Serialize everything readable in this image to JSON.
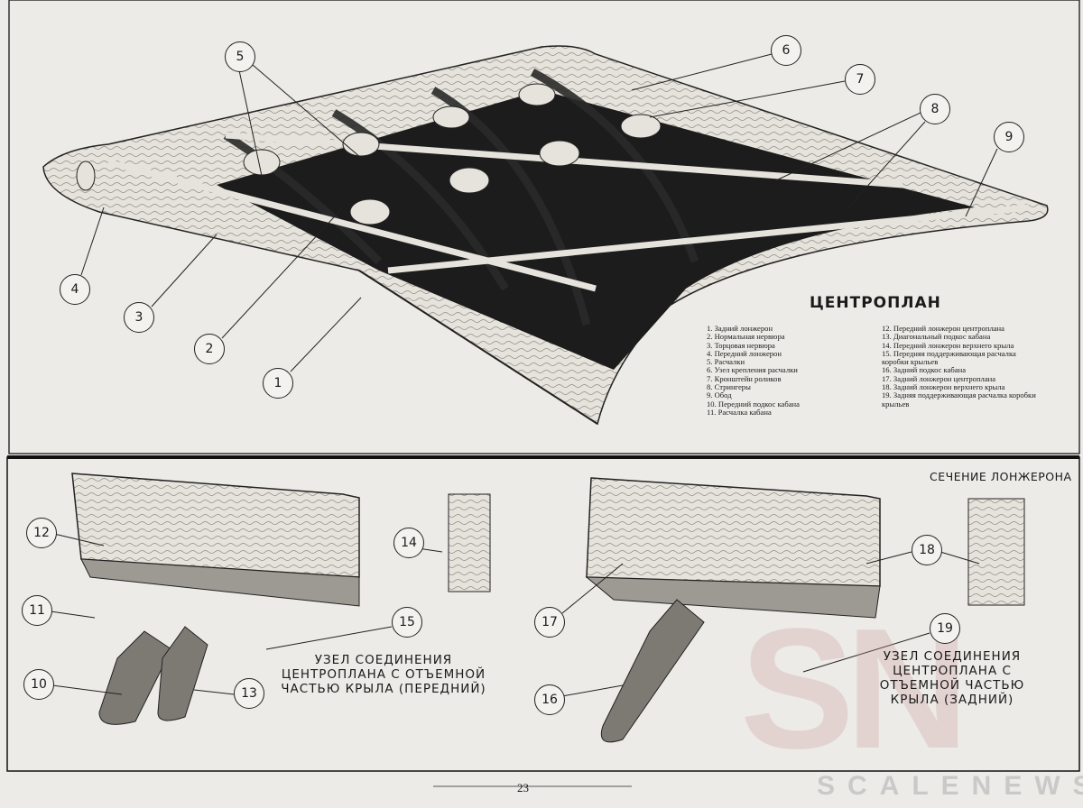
{
  "title": "ЦЕНТРОПЛАН",
  "legend_left": [
    "1. Задний лонжерон",
    "2. Нормальная нервюра",
    "3. Торцовая нервюра",
    "4. Передний лонжерон",
    "5. Расчалки",
    "6. Узел крепления расчалки",
    "7. Кронштейн роликов",
    "8. Стрингеры",
    "9. Обод",
    "10. Передний подкос кабана",
    "11. Расчалка кабана"
  ],
  "legend_right": [
    "12. Передний лонжерон центроплана",
    "13. Диагональный подкос кабана",
    "14. Передний лонжерон верхнего крыла",
    "15. Передняя поддерживающая расчалка коробки крыльев",
    "16. Задний подкос кабана",
    "17. Задний лонжерон центроплана",
    "18. Задний лонжерон верхнего крыла",
    "19. Задняя поддерживающая расчалка коробки крыльев"
  ],
  "callouts": [
    "1",
    "2",
    "3",
    "4",
    "5",
    "6",
    "7",
    "8",
    "9",
    "10",
    "11",
    "12",
    "13",
    "14",
    "15",
    "16",
    "17",
    "18",
    "19"
  ],
  "caption_front": "УЗЕЛ СОЕДИНЕНИЯ ЦЕНТРОПЛАНА С ОТЪЕМНОЙ ЧАСТЬЮ КРЫЛА (ПЕРЕДНИЙ)",
  "caption_rear": "УЗЕЛ СОЕДИНЕНИЯ ЦЕНТРОПЛАНА С ОТЪЕМНОЙ ЧАСТЬЮ КРЫЛА (ЗАДНИЙ)",
  "section_label": "СЕЧЕНИЕ ЛОНЖЕРОНА",
  "page_number": "23",
  "watermark": {
    "logo": "SN",
    "text": "SCALENEWS"
  }
}
